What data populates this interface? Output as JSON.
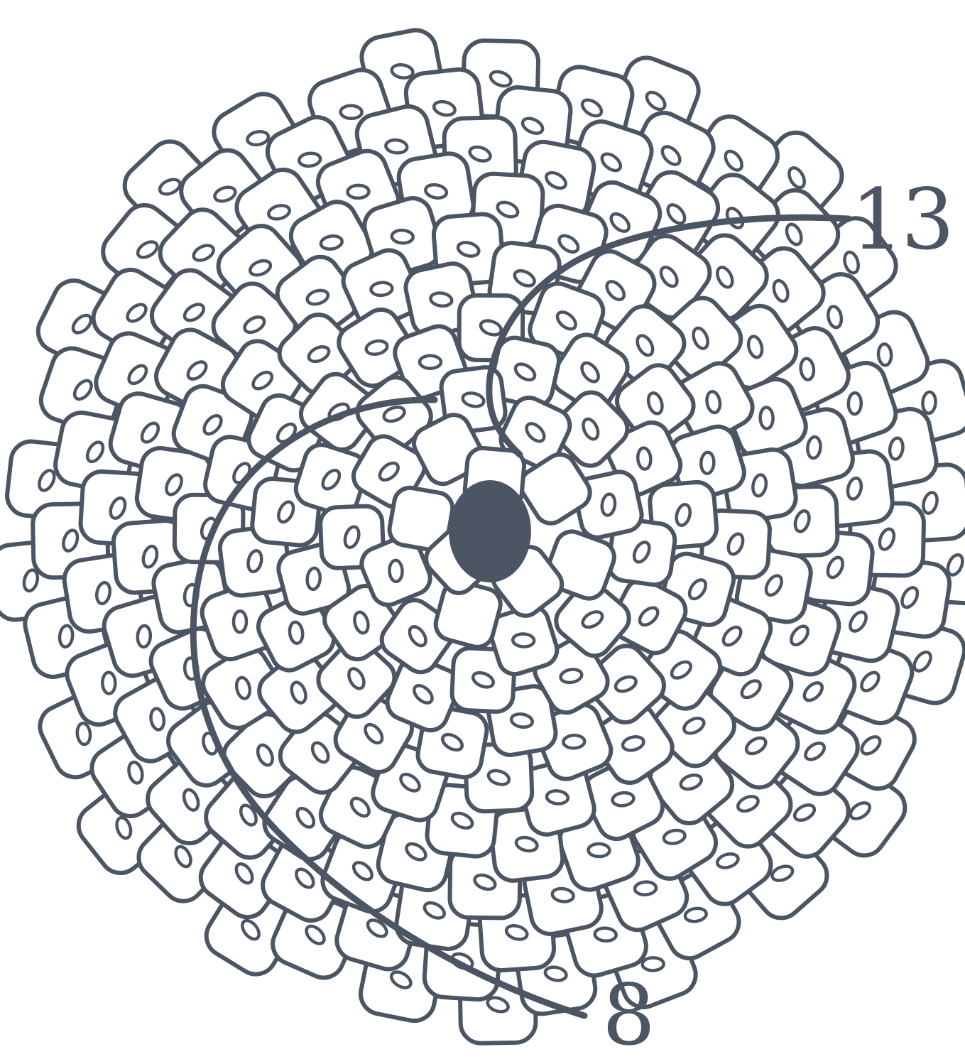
{
  "diagram": {
    "colors": {
      "stroke": "#4B5563",
      "background": "#ffffff"
    },
    "labels": {
      "spiral_13": "13",
      "spiral_8": "8"
    },
    "spiral_counts": {
      "parastichy_a": 8,
      "parastichy_b": 13
    }
  }
}
